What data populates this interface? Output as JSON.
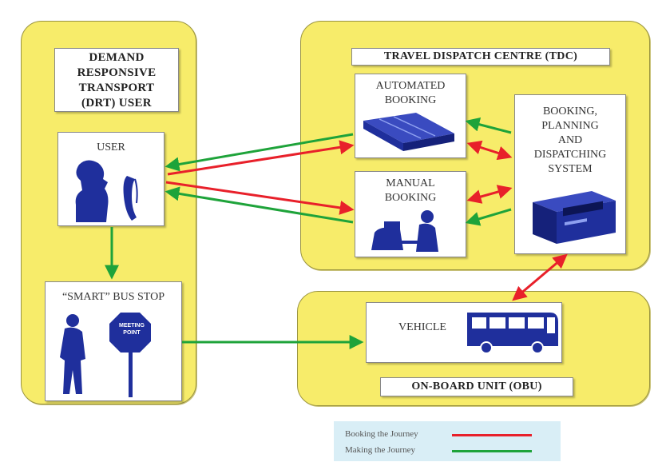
{
  "drt_user": {
    "title": "DEMAND\nRESPONSIVE\nTRANSPORT\n(DRT) USER",
    "user_label": "USER",
    "bus_stop_label": "“SMART” BUS STOP",
    "meeting_point_sign": "MEETING POINT"
  },
  "tdc": {
    "title": "TRAVEL DISPATCH CENTRE (TDC)",
    "automated_booking": "AUTOMATED\nBOOKING",
    "manual_booking": "MANUAL\nBOOKING",
    "system": "BOOKING,\nPLANNING\nAND\nDISPATCHING\nSYSTEM"
  },
  "obu": {
    "title": "ON-BOARD UNIT (OBU)",
    "vehicle_label": "VEHICLE"
  },
  "legend": {
    "booking": "Booking the Journey",
    "making": "Making the Journey",
    "booking_color": "#e8202a",
    "making_color": "#1ea33a"
  },
  "colors": {
    "panel": "#f7ec6a",
    "icon_blue": "#1f2f9c"
  }
}
